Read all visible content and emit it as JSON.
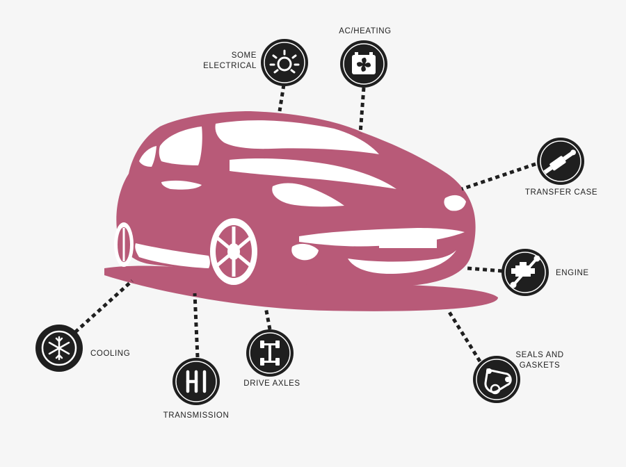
{
  "colors": {
    "car_body": "#b85a78",
    "car_highlight": "#ffffff",
    "icon_circle": "#1f1f1f",
    "icon_ring": "#ffffff",
    "connector": "#1f1f1f",
    "background": "#f6f6f6"
  },
  "services": [
    {
      "id": "some-electrical",
      "lines": [
        "SOME",
        "ELECTRICAL"
      ],
      "icon": "light-bulb-icon"
    },
    {
      "id": "ac-heating",
      "lines": [
        "AC/HEATING"
      ],
      "icon": "fan-icon"
    },
    {
      "id": "transfer-case",
      "lines": [
        "TRANSFER CASE"
      ],
      "icon": "exhaust-pipe-icon"
    },
    {
      "id": "engine",
      "lines": [
        "ENGINE"
      ],
      "icon": "engine-wrench-icon"
    },
    {
      "id": "seals-and-gaskets",
      "lines": [
        "SEALS AND",
        "GASKETS"
      ],
      "icon": "belt-pulley-icon"
    },
    {
      "id": "drive-axles",
      "lines": [
        "DRIVE AXLES"
      ],
      "icon": "axle-icon"
    },
    {
      "id": "transmission",
      "lines": [
        "TRANSMISSION"
      ],
      "icon": "gear-shift-icon"
    },
    {
      "id": "cooling",
      "lines": [
        "COOLING"
      ],
      "icon": "snowflake-icon"
    }
  ]
}
